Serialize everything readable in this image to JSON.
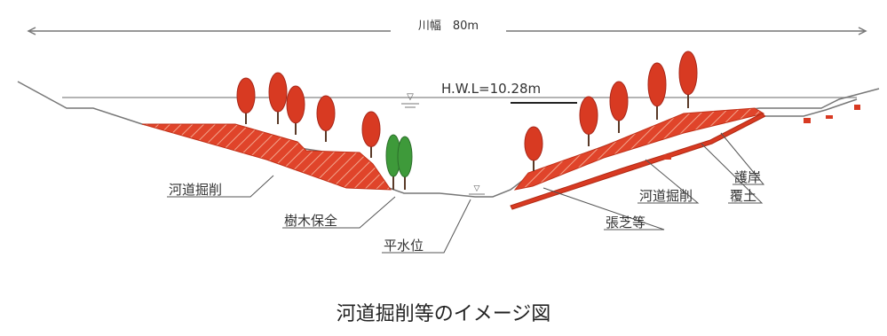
{
  "diagram": {
    "river_width_label": "川幅　80m",
    "hwl_label": "H.W.L=10.28m",
    "labels": {
      "channel_excavation_left": "河道掘削",
      "tree_conservation": "樹木保全",
      "normal_water_level": "平水位",
      "sodding": "張芝等",
      "channel_excavation_right": "河道掘削",
      "soil_cover": "覆土",
      "revetment": "護岸"
    },
    "water_level_mark": "▽",
    "caption": "河道掘削等のイメージ図",
    "colors": {
      "excavation_fill": "#e0442a",
      "hatch": "#f2a48c",
      "tree_red": "#d83a22",
      "tree_green": "#3e9a3a",
      "line": "#666666"
    },
    "icons": [
      "tree-icon",
      "water-level-mark-icon"
    ]
  }
}
